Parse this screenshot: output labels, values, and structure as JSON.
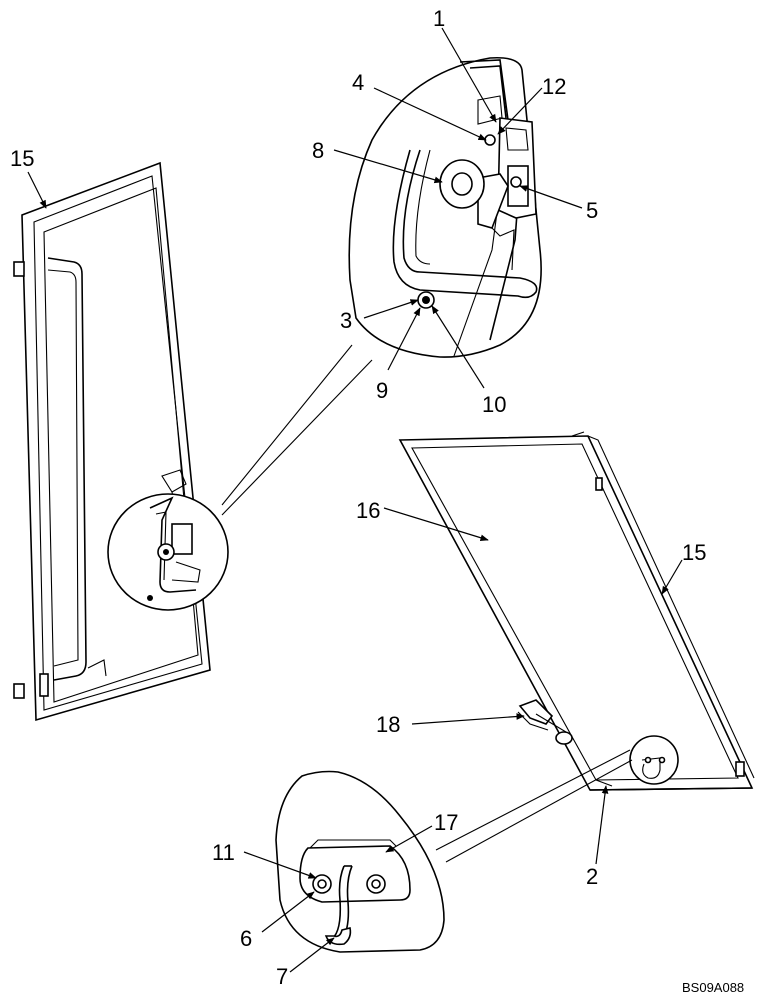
{
  "diagram": {
    "drawing_code": "BS09A088",
    "callouts": {
      "c1": "1",
      "c2": "2",
      "c3": "3",
      "c4": "4",
      "c5": "5",
      "c6": "6",
      "c7": "7",
      "c8": "8",
      "c9": "9",
      "c10": "10",
      "c11": "11",
      "c12": "12",
      "c15a": "15",
      "c15b": "15",
      "c16": "16",
      "c17": "17",
      "c18": "18"
    }
  }
}
